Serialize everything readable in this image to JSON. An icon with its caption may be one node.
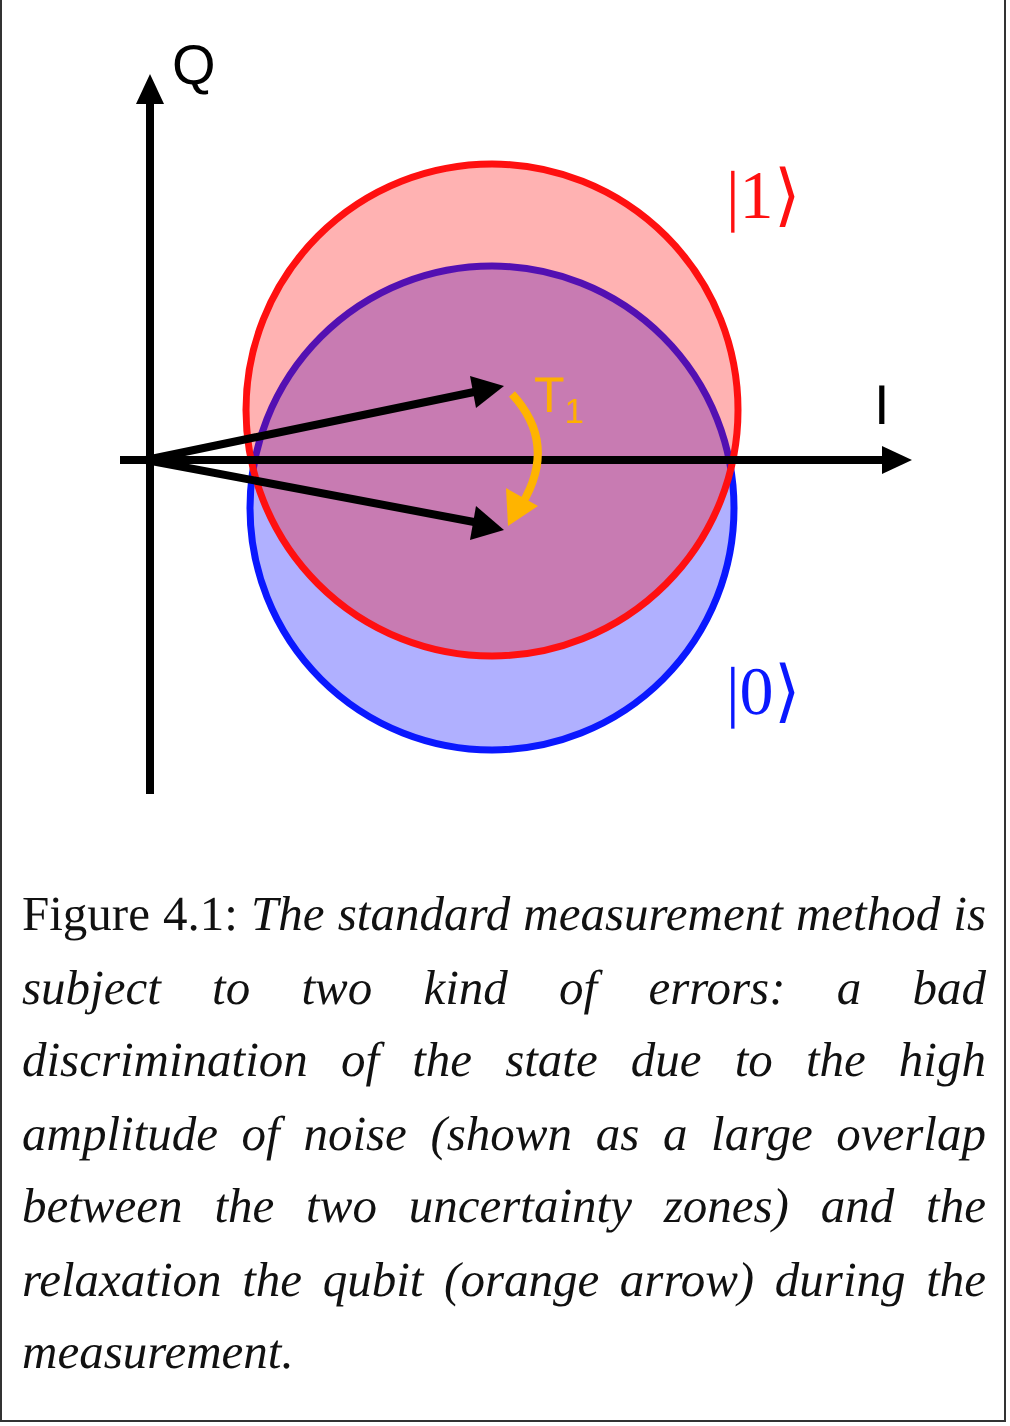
{
  "diagram": {
    "caption": "Figure 4.1: *The standard measurement method is subject to two kind of errors: a bad discrimination of the state due to the high amplitude of noise (shown as a large overlap between the two uncertainty zones) and the relaxation the qubit (orange arrow) during the measurement.*",
    "nodes": [
      {
        "text": [],
        "shape": "circle",
        "beside": [
          "|0⟩"
        ]
      },
      {
        "text": [],
        "shape": "circle",
        "beside": [
          "|1⟩"
        ]
      }
    ],
    "labels": [
      "Q",
      "I",
      "T$_{1}$"
    ]
  }
}
